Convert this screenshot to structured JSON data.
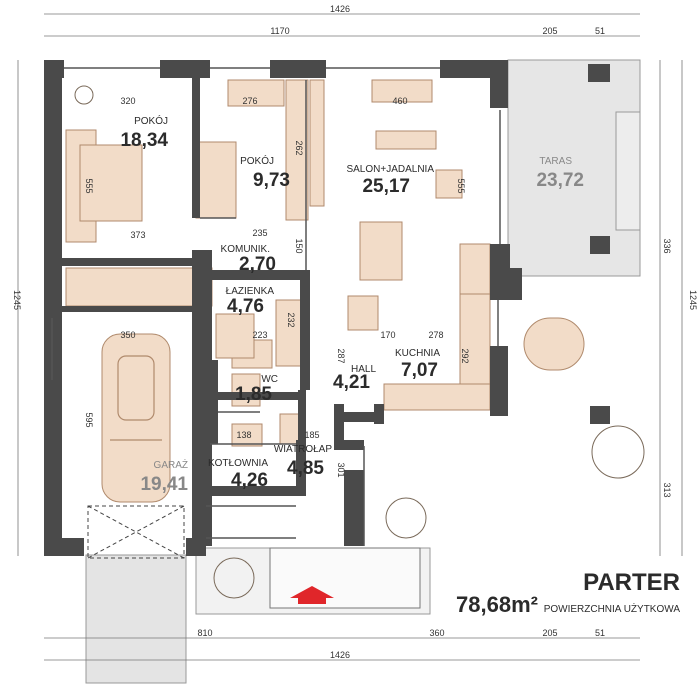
{
  "title": "PARTER",
  "subtitle": "POWIERZCHNIA UŻYTKOWA",
  "total_area": "78,68m²",
  "rooms": [
    {
      "name": "POKÓJ",
      "area": "18,34"
    },
    {
      "name": "POKÓJ",
      "area": "9,73"
    },
    {
      "name": "SALON+JADALNIA",
      "area": "25,17"
    },
    {
      "name": "TARAS",
      "area": "23,72"
    },
    {
      "name": "KOMUNIK.",
      "area": "2,70"
    },
    {
      "name": "ŁAZIENKA",
      "area": "4,76"
    },
    {
      "name": "WC",
      "area": "1,85"
    },
    {
      "name": "HALL",
      "area": "4,21"
    },
    {
      "name": "KUCHNIA",
      "area": "7,07"
    },
    {
      "name": "WIATROŁAP",
      "area": "4,85"
    },
    {
      "name": "KOTŁOWNIA",
      "area": "4,26"
    },
    {
      "name": "GARAŻ",
      "area": "19,41"
    }
  ],
  "dimensions": {
    "top_total": "1426",
    "top_inner": "1170",
    "top_mid": "205",
    "top_right": "51",
    "bottom_total": "1426",
    "bottom_left": "810",
    "bottom_mid": "360",
    "bottom_right1": "205",
    "bottom_right2": "51",
    "left_side": "1245",
    "right_side": "1245",
    "right_terrace": "336",
    "right_lower": "313",
    "room_320": "320",
    "room_276": "276",
    "room_460": "460",
    "room_373": "373",
    "room_235": "235",
    "room_555": "555",
    "room_262": "262",
    "room_350": "350",
    "room_595": "595",
    "room_223": "223",
    "room_232": "232",
    "room_278": "278",
    "room_170": "170",
    "room_292": "292",
    "room_287": "287",
    "room_185": "185",
    "room_138": "138",
    "room_301": "301",
    "room_150": "150",
    "room_555b": "555"
  },
  "colors": {
    "wall": "#4a4a4a",
    "furniture": "#f2dcc8",
    "furniture_stroke": "#b08a6c",
    "terrace": "#e4e4e4",
    "arrow": "#e0262a"
  }
}
